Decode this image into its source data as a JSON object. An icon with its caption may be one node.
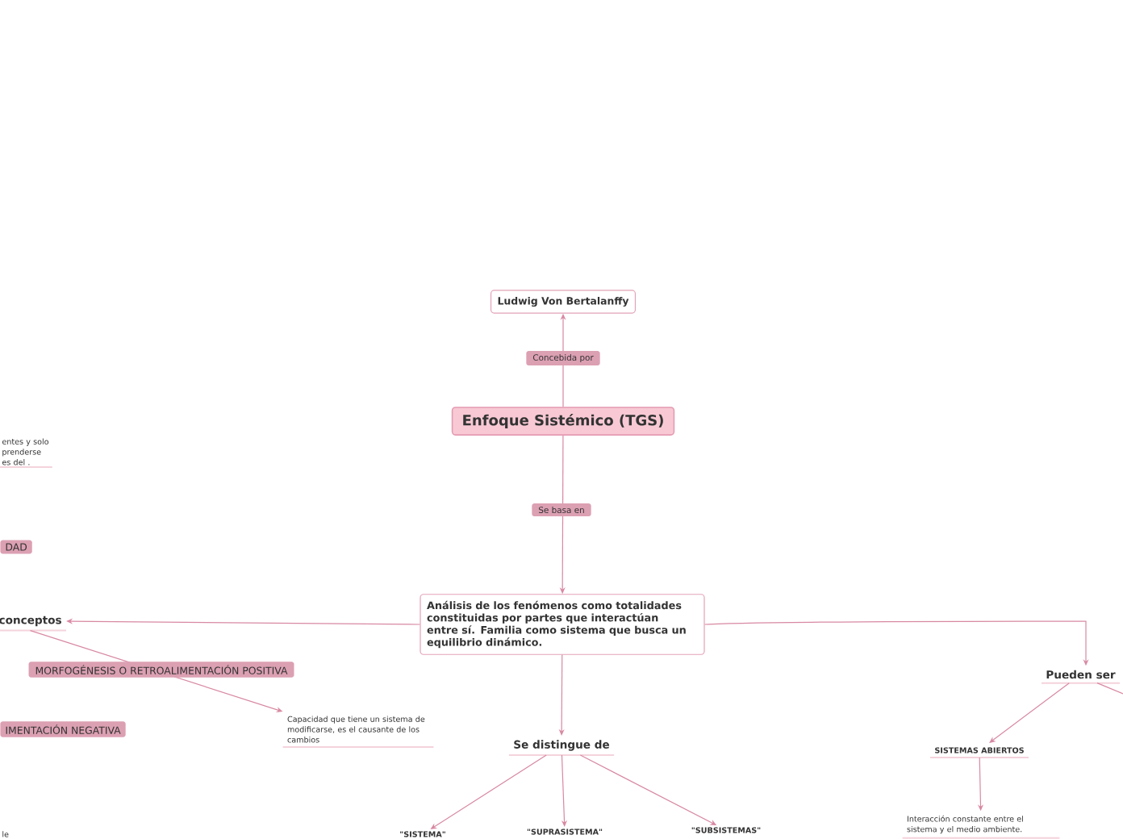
{
  "diagram": {
    "nodes": [
      {
        "text": [
          "Ludwig Von Bertalanffy"
        ]
      },
      {
        "text": [
          "Enfoque Sistémico (TGS)"
        ]
      },
      {
        "text": [
          "Análisis de los fenómenos como totalidades constituidas por partes que interactúan entre sí. Familia como sistema que busca un equilibrio dinámico."
        ]
      },
      {
        "text": [
          "conceptos"
        ]
      },
      {
        "text": [
          "Capacidad que tiene un sistema de modificarse, es el causante de los cambios"
        ]
      },
      {
        "text": [
          "Se distingue de"
        ]
      },
      {
        "text": [
          "\"SISTEMA\""
        ]
      },
      {
        "text": [
          "\"SUPRASISTEMA\""
        ]
      },
      {
        "text": [
          "\"SUBSISTEMAS\""
        ]
      },
      {
        "text": [
          "Pueden ser"
        ]
      },
      {
        "text": [
          "SISTEMAS ABIERTOS"
        ]
      },
      {
        "text": [
          "Interacción constante entre el sistema y el medio ambiente."
        ]
      }
    ],
    "edges": [
      {
        "from": 1,
        "to": 0,
        "arrow": "to",
        "label": "Concebida por"
      },
      {
        "from": 1,
        "to": 2,
        "arrow": "to",
        "label": "Se basa en"
      },
      {
        "from": 2,
        "to": 3,
        "arrow": "to"
      },
      {
        "from": 2,
        "to": 9,
        "arrow": "to"
      },
      {
        "from": 2,
        "to": 5,
        "arrow": "to"
      },
      {
        "from": 5,
        "to": 6,
        "arrow": "to"
      },
      {
        "from": 5,
        "to": 7,
        "arrow": "to"
      },
      {
        "from": 5,
        "to": 8,
        "arrow": "to"
      },
      {
        "from": 9,
        "to": 10,
        "arrow": "to"
      },
      {
        "from": 9,
        "to": null,
        "arrow": "none"
      },
      {
        "from": 10,
        "to": 11,
        "arrow": "to"
      },
      {
        "from": 3,
        "to": 4,
        "arrow": "to",
        "label": "MORFOGÉNESIS O RETROALIMENTACIÓN POSITIVA"
      }
    ],
    "labels": [
      "entes y solo prenderse es del .",
      "DAD",
      "IMENTACIÓN NEGATIVA",
      "le"
    ]
  }
}
